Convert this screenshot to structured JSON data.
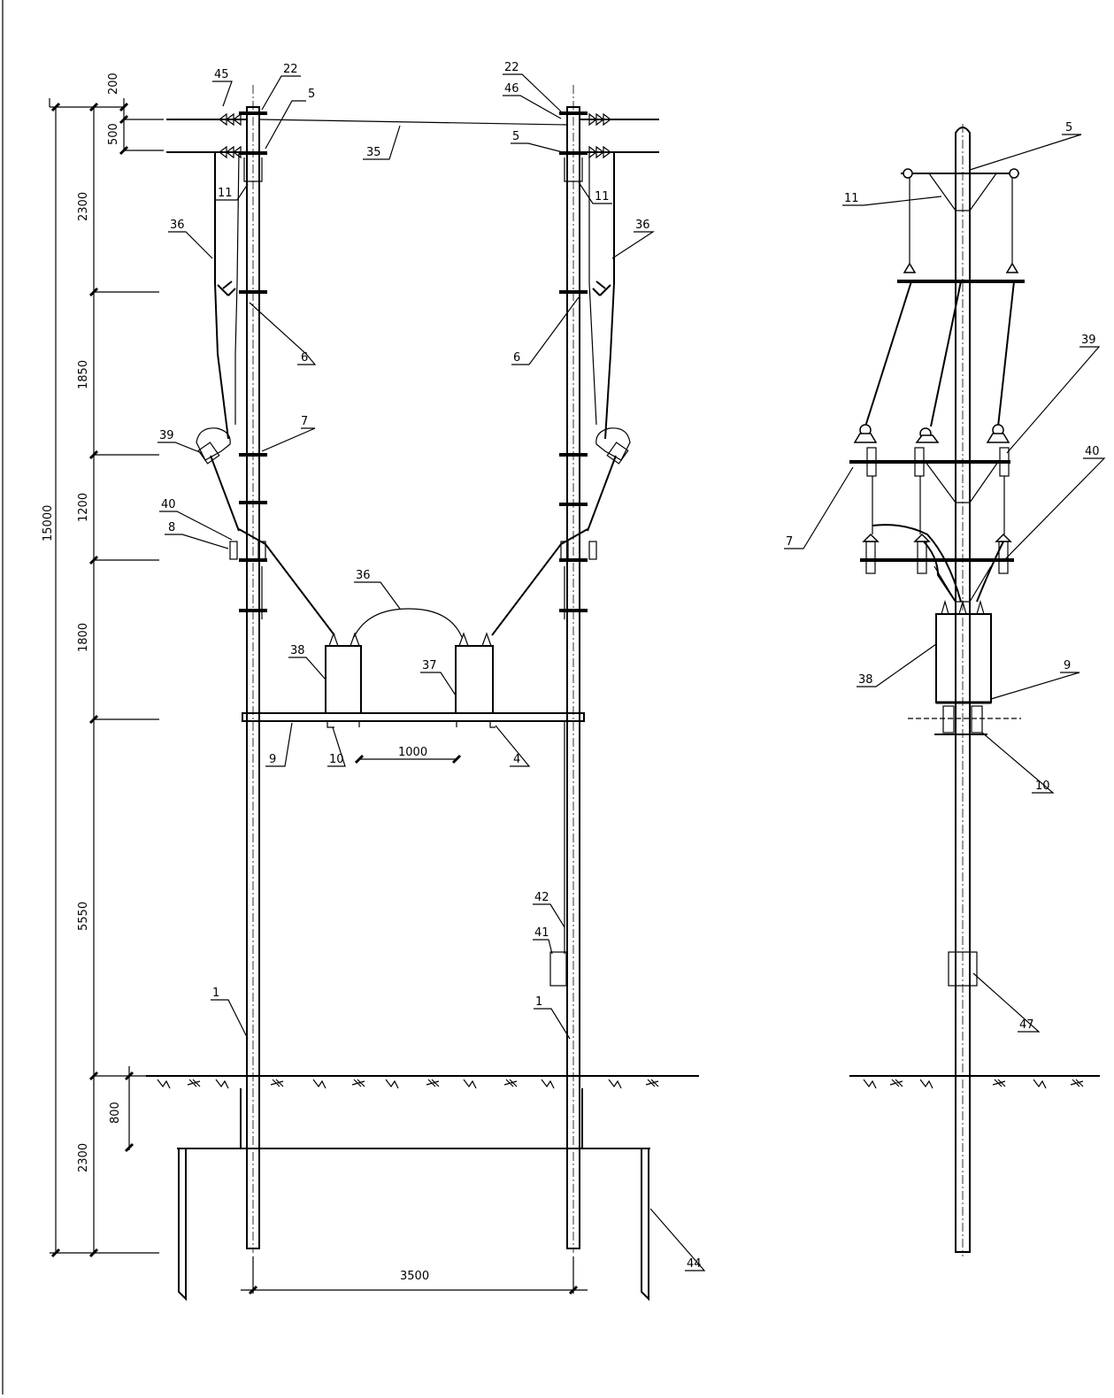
{
  "dimensions": {
    "total": "15000",
    "segments": [
      "2300",
      "1850",
      "1200",
      "1800",
      "5550",
      "2300"
    ],
    "top_offsets": [
      "200",
      "500"
    ],
    "burial": "800",
    "pole_spacing": "3500",
    "transformer_spacing": "1000"
  },
  "front_labels": {
    "l45": "45",
    "l22a": "22",
    "l5a": "5",
    "l35": "35",
    "l11a": "11",
    "l36a": "36",
    "l6a": "6",
    "l7a": "7",
    "l39a": "39",
    "l40a": "40",
    "l8": "8",
    "l36c": "36",
    "l38": "38",
    "l37": "37",
    "l9": "9",
    "l10": "10",
    "l4": "4",
    "l22b": "22",
    "l46": "46",
    "l5b": "5",
    "l11b": "11",
    "l36b": "36",
    "l6b": "6",
    "l42": "42",
    "l41": "41",
    "l1a": "1",
    "l1b": "1",
    "l44": "44"
  },
  "side_labels": {
    "s5": "5",
    "s11": "11",
    "s39": "39",
    "s40": "40",
    "s7": "7",
    "s38": "38",
    "s9": "9",
    "s10": "10",
    "s47": "47"
  }
}
